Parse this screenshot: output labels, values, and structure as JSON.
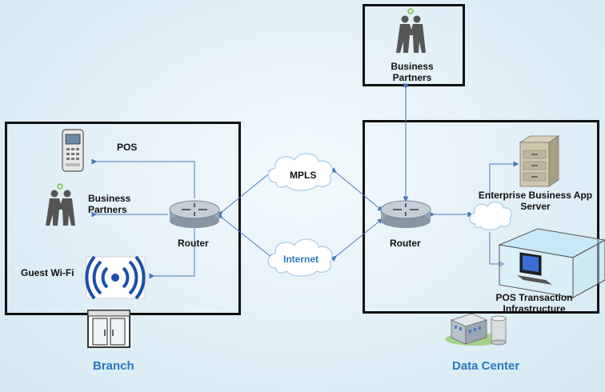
{
  "labels": {
    "pos": "POS",
    "branch_partners": "Business\nPartners",
    "branch_router": "Router",
    "guest_wifi": "Guest Wi-Fi",
    "top_partners": "Business\nPartners",
    "mpls": "MPLS",
    "internet": "Internet",
    "dc_router": "Router",
    "enterprise_server": "Enterprise Business App\nServer",
    "pos_infra": "POS Transaction\nInfrastructure",
    "branch": "Branch",
    "data_center": "Data Center"
  },
  "colors": {
    "link": "#4a78b8",
    "frame": "#111111",
    "accent": "#2a78c0",
    "mpls_text": "#111111",
    "internet_text": "#2a78c0"
  },
  "icons": [
    "pos-terminal-icon",
    "handshake-icon",
    "router-icon",
    "wifi-icon",
    "cloud-icon",
    "server-icon",
    "datacenter-building-icon",
    "storefront-icon"
  ]
}
